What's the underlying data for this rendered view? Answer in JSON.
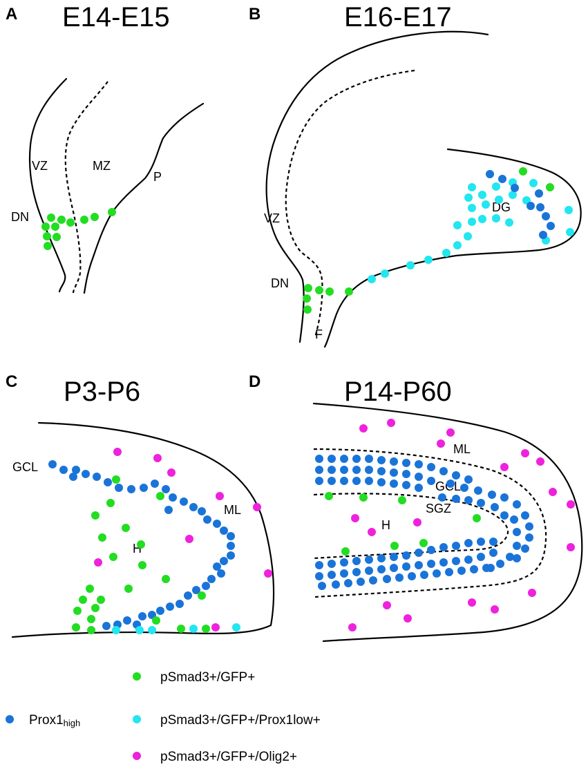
{
  "colors": {
    "pSmad3_GFP": "#22dd22",
    "pSmad3_GFP_Prox1low": "#22e6f0",
    "pSmad3_GFP_Olig2": "#ee22dd",
    "Prox1high": "#1a74d8"
  },
  "panels": {
    "A": {
      "letter": "A",
      "title": "E14-E15",
      "labels": {
        "vz": "VZ",
        "mz": "MZ",
        "p": "P",
        "dn": "DN"
      }
    },
    "B": {
      "letter": "B",
      "title": "E16-E17",
      "labels": {
        "vz": "VZ",
        "dn": "DN",
        "dg": "DG",
        "f": "F"
      }
    },
    "C": {
      "letter": "C",
      "title": "P3-P6",
      "labels": {
        "gcl": "GCL",
        "ml": "ML",
        "h": "H"
      }
    },
    "D": {
      "letter": "D",
      "title": "P14-P60",
      "labels": {
        "ml": "ML",
        "gcl": "GCL",
        "sgz": "SGZ",
        "h": "H"
      }
    }
  },
  "legend": {
    "green": "pSmad3+/GFP+",
    "cyan": "pSmad3+/GFP+/Prox1low+",
    "magenta": "pSmad3+/GFP+/Olig2+",
    "blue_main": "Prox1",
    "blue_sub": "high"
  }
}
